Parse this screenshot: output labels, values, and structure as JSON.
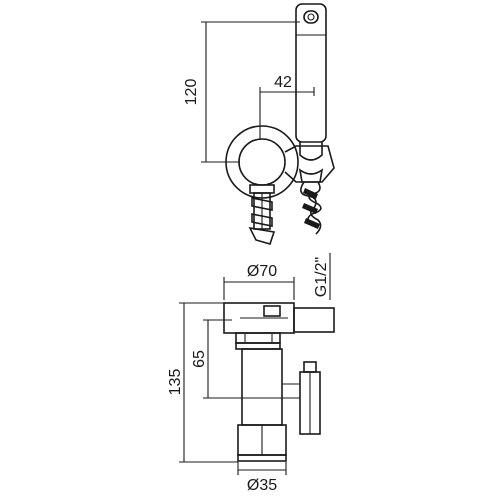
{
  "drawing": {
    "dimensions": {
      "side_height": "120",
      "side_width": "42",
      "body_diameter": "Ø70",
      "thread": "G1/2\"",
      "inner_height": "65",
      "total_height": "135",
      "bottom_diameter": "Ø35"
    }
  }
}
